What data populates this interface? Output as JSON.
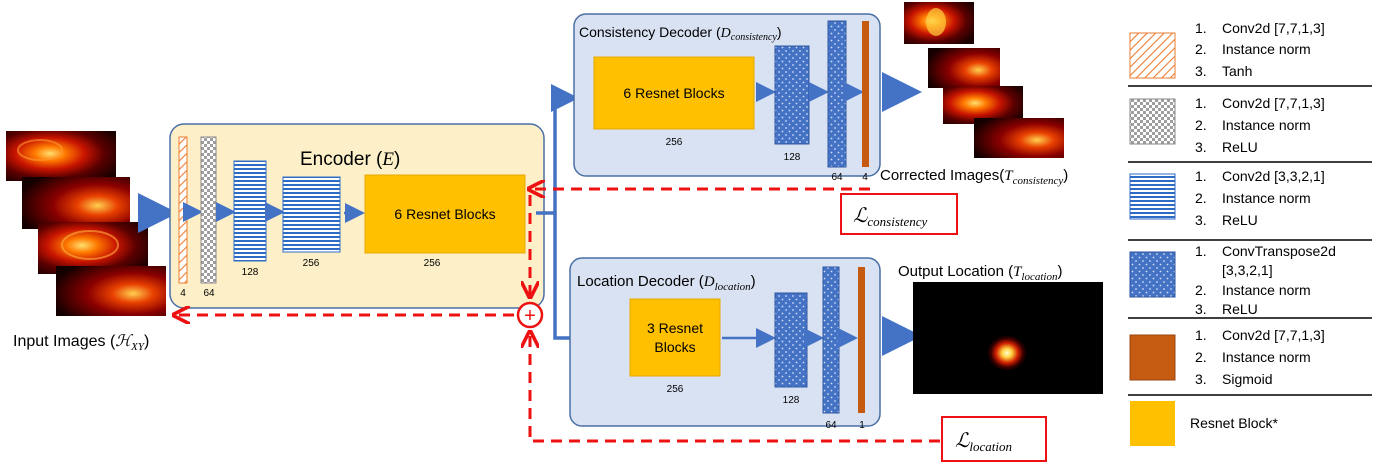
{
  "colors": {
    "encoder_fill": "#fdf0c9",
    "decoder_fill": "#d9e2f3",
    "panel_stroke": "#4a6fa5",
    "resnet_fill": "#ffc000",
    "resnet_stroke": "#e6a800",
    "conv_tanh": "#ed7d31",
    "conv_relu_check": "#9e9e9e",
    "conv_down": "#2e6bc4",
    "conv_transpose": "#4472c4",
    "conv_sigmoid": "#c55a11",
    "arrow_blue": "#4472c4",
    "loss_red": "#ee1111"
  },
  "input": {
    "label_text": "Input Images (",
    "label_math": "ℋ",
    "label_sub": "XY",
    "label_close": ")"
  },
  "encoder": {
    "title_text": "Encoder (",
    "title_math": "E",
    "title_close": ")",
    "block_label": "6 Resnet Blocks",
    "dims": [
      "4",
      "64",
      "128",
      "256",
      "256"
    ]
  },
  "consistency_decoder": {
    "title_text": "Consistency Decoder (",
    "title_math": "D",
    "title_sub": "consistency",
    "title_close": ")",
    "block_label": "6 Resnet Blocks",
    "dims": [
      "256",
      "128",
      "64",
      "4"
    ]
  },
  "location_decoder": {
    "title_text": "Location Decoder (",
    "title_math": "D",
    "title_sub": "location",
    "title_close": ")",
    "block_label_line1": "3 Resnet",
    "block_label_line2": "Blocks",
    "dims": [
      "256",
      "128",
      "64",
      "1"
    ]
  },
  "corrected": {
    "label_text": "Corrected Images(",
    "label_math": "T",
    "label_sub": "consistency",
    "label_close": ")"
  },
  "output": {
    "label_text": "Output Location (",
    "label_math": "T",
    "label_sub": "location",
    "label_close": ")"
  },
  "losses": {
    "consistency": {
      "math": "ℒ",
      "sub": "consistency"
    },
    "location": {
      "math": "ℒ",
      "sub": "location"
    },
    "sum_symbol": "+"
  },
  "legend": [
    {
      "swatch": "tanh",
      "items": [
        "Conv2d [7,7,1,3]",
        "Instance norm",
        "Tanh"
      ]
    },
    {
      "swatch": "relu-check",
      "items": [
        "Conv2d [7,7,1,3]",
        "Instance norm",
        "ReLU"
      ]
    },
    {
      "swatch": "down",
      "items": [
        "Conv2d [3,3,2,1]",
        "Instance norm",
        "ReLU"
      ]
    },
    {
      "swatch": "transpose",
      "items": [
        "ConvTranspose2d",
        "[3,3,2,1]",
        "Instance norm",
        "ReLU"
      ]
    },
    {
      "swatch": "sigmoid",
      "items": [
        "Conv2d [7,7,1,3]",
        "Instance norm",
        "Sigmoid"
      ]
    },
    {
      "swatch": "resnet",
      "single": "Resnet Block*"
    }
  ],
  "legend_numbers": [
    "1.",
    "2.",
    "3."
  ]
}
